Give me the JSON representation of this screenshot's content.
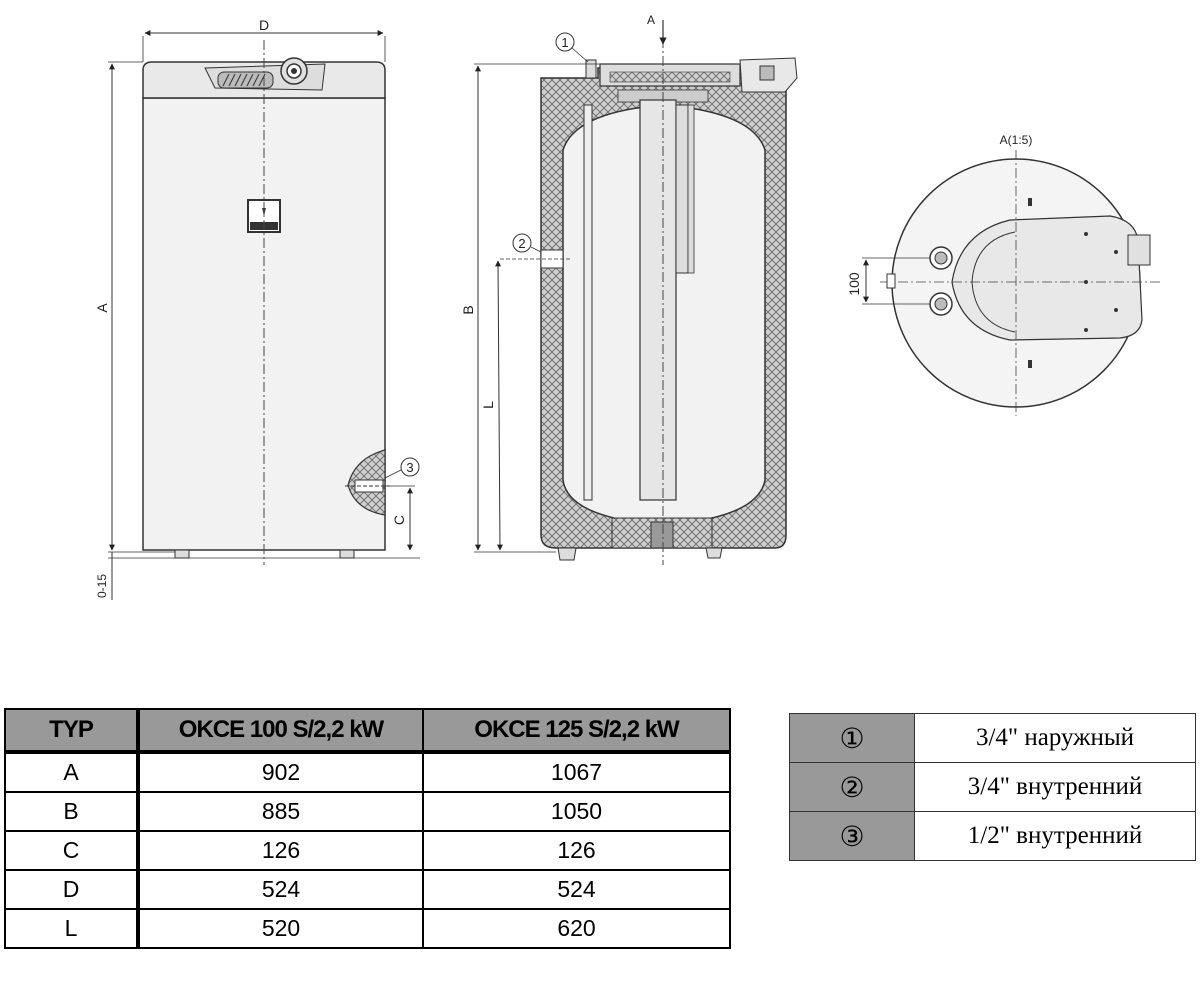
{
  "drawing": {
    "front_view": {
      "dim_width": "D",
      "dim_height": "A",
      "dim_connection_height": "C",
      "dim_feet": "0-15",
      "callout": "3"
    },
    "section_view": {
      "view_arrow": "A",
      "dim_height": "B",
      "dim_pipe_height": "L",
      "callout_top": "1",
      "callout_side": "2"
    },
    "detail_view": {
      "title": "A(1:5)",
      "dim_spacing": "100"
    }
  },
  "dimension_table": {
    "headers": [
      "TYP",
      "OKCE 100 S/2,2 kW",
      "OKCE 125 S/2,2 kW"
    ],
    "rows": [
      [
        "A",
        "902",
        "1067"
      ],
      [
        "B",
        "885",
        "1050"
      ],
      [
        "C",
        "126",
        "126"
      ],
      [
        "D",
        "524",
        "524"
      ],
      [
        "L",
        "520",
        "620"
      ]
    ]
  },
  "connections_table": {
    "rows": [
      {
        "symbol": "①",
        "description": "3/4\" наружный"
      },
      {
        "symbol": "②",
        "description": "3/4\" внутренний"
      },
      {
        "symbol": "③",
        "description": "1/2\" внутренний"
      }
    ]
  }
}
